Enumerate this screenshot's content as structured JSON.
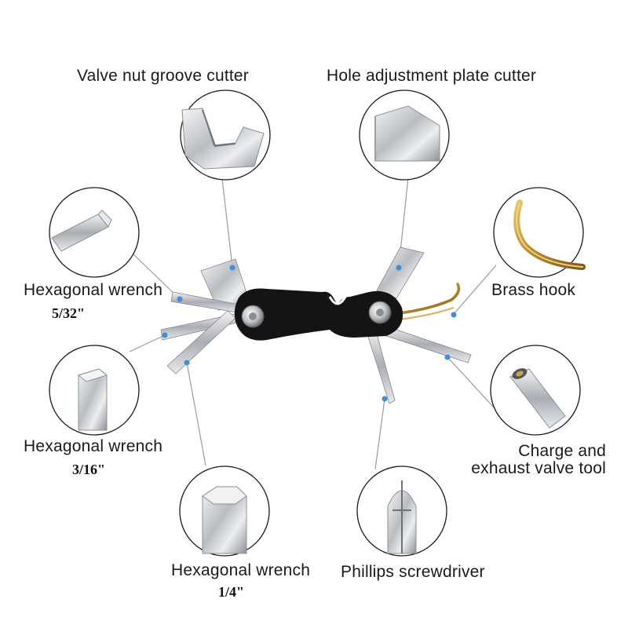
{
  "labels": {
    "valve_nut_groove_cutter": "Valve nut groove cutter",
    "hole_adjustment_plate_cutter": "Hole adjustment plate cutter",
    "hex_wrench_a": "Hexagonal wrench",
    "hex_wrench_a_size": "5/32\"",
    "brass_hook": "Brass hook",
    "hex_wrench_b": "Hexagonal wrench",
    "hex_wrench_b_size": "3/16\"",
    "charge_exhaust_line1": "Charge and",
    "charge_exhaust_line2": "exhaust valve tool",
    "hex_wrench_c": "Hexagonal wrench",
    "hex_wrench_c_size": "1/4\"",
    "phillips_screwdriver": "Phillips screwdriver"
  },
  "colors": {
    "leader_line": "#9a9a9a",
    "leader_dot": "#3f8fd8",
    "circle_border": "#1a1a1a",
    "body_black": "#141414",
    "brass": "#c9a24a",
    "chrome": "#c8ccd0"
  }
}
